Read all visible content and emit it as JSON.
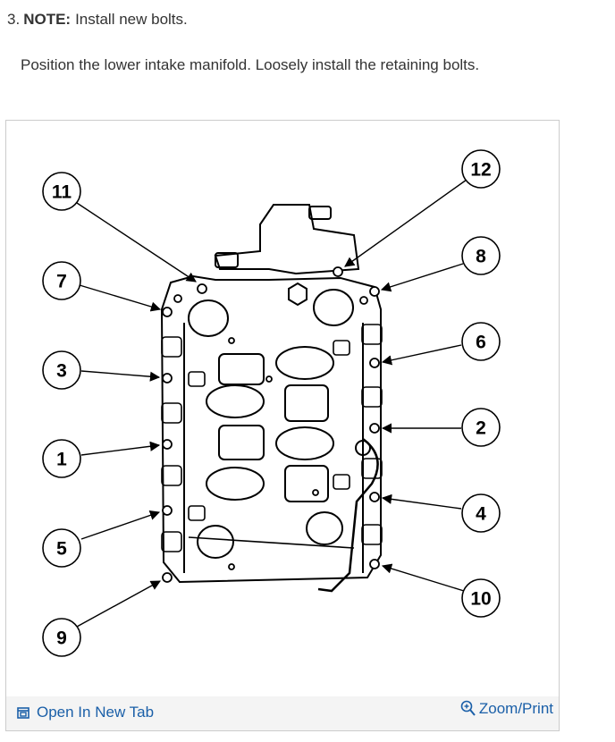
{
  "step": {
    "number": "3.",
    "note_label": "NOTE:",
    "note_text": "Install new bolts."
  },
  "instruction": "Position the lower intake manifold. Loosely install the retaining bolts.",
  "figure": {
    "callouts": [
      {
        "id": "11",
        "label": "11"
      },
      {
        "id": "12",
        "label": "12"
      },
      {
        "id": "7",
        "label": "7"
      },
      {
        "id": "8",
        "label": "8"
      },
      {
        "id": "3",
        "label": "3"
      },
      {
        "id": "6",
        "label": "6"
      },
      {
        "id": "1",
        "label": "1"
      },
      {
        "id": "2",
        "label": "2"
      },
      {
        "id": "5",
        "label": "5"
      },
      {
        "id": "4",
        "label": "4"
      },
      {
        "id": "9",
        "label": "9"
      },
      {
        "id": "10",
        "label": "10"
      }
    ],
    "footer": {
      "open_tab_label": "Open In New Tab",
      "open_tab_icon": "open-in-new-tab-icon",
      "zoom_label": "Zoom/Print",
      "zoom_icon": "zoom-in-icon"
    }
  },
  "colors": {
    "link": "#1a5fa8",
    "text": "#333333",
    "border": "#cccccc"
  }
}
